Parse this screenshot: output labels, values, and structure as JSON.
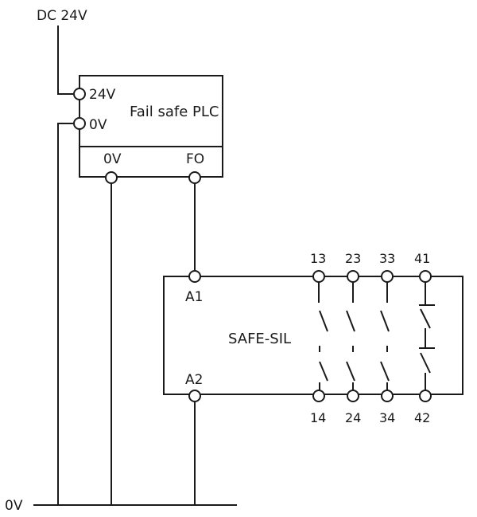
{
  "supply": {
    "dc_label": "DC 24V",
    "zero_label": "0V"
  },
  "plc": {
    "title": "Fail safe PLC",
    "in_24v": "24V",
    "in_0v": "0V",
    "out_0v": "0V",
    "out_fo": "FO"
  },
  "relay": {
    "title": "SAFE-SIL",
    "coil_a1": "A1",
    "coil_a2": "A2",
    "top_terminals": [
      "13",
      "23",
      "33",
      "41"
    ],
    "bottom_terminals": [
      "14",
      "24",
      "34",
      "42"
    ]
  }
}
